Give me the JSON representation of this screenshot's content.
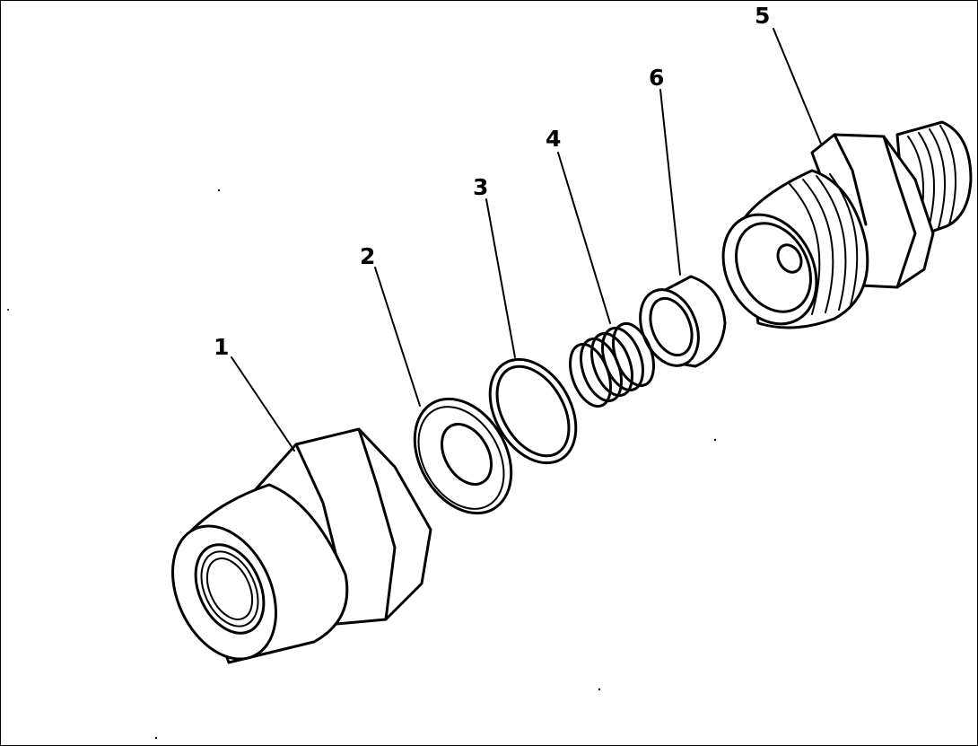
{
  "callouts": [
    {
      "id": "1",
      "label": "1",
      "part": "nut"
    },
    {
      "id": "2",
      "label": "2",
      "part": "washer"
    },
    {
      "id": "3",
      "label": "3",
      "part": "ring"
    },
    {
      "id": "4",
      "label": "4",
      "part": "spring"
    },
    {
      "id": "5",
      "label": "5",
      "part": "connector-body"
    },
    {
      "id": "6",
      "label": "6",
      "part": "sleeve"
    }
  ]
}
